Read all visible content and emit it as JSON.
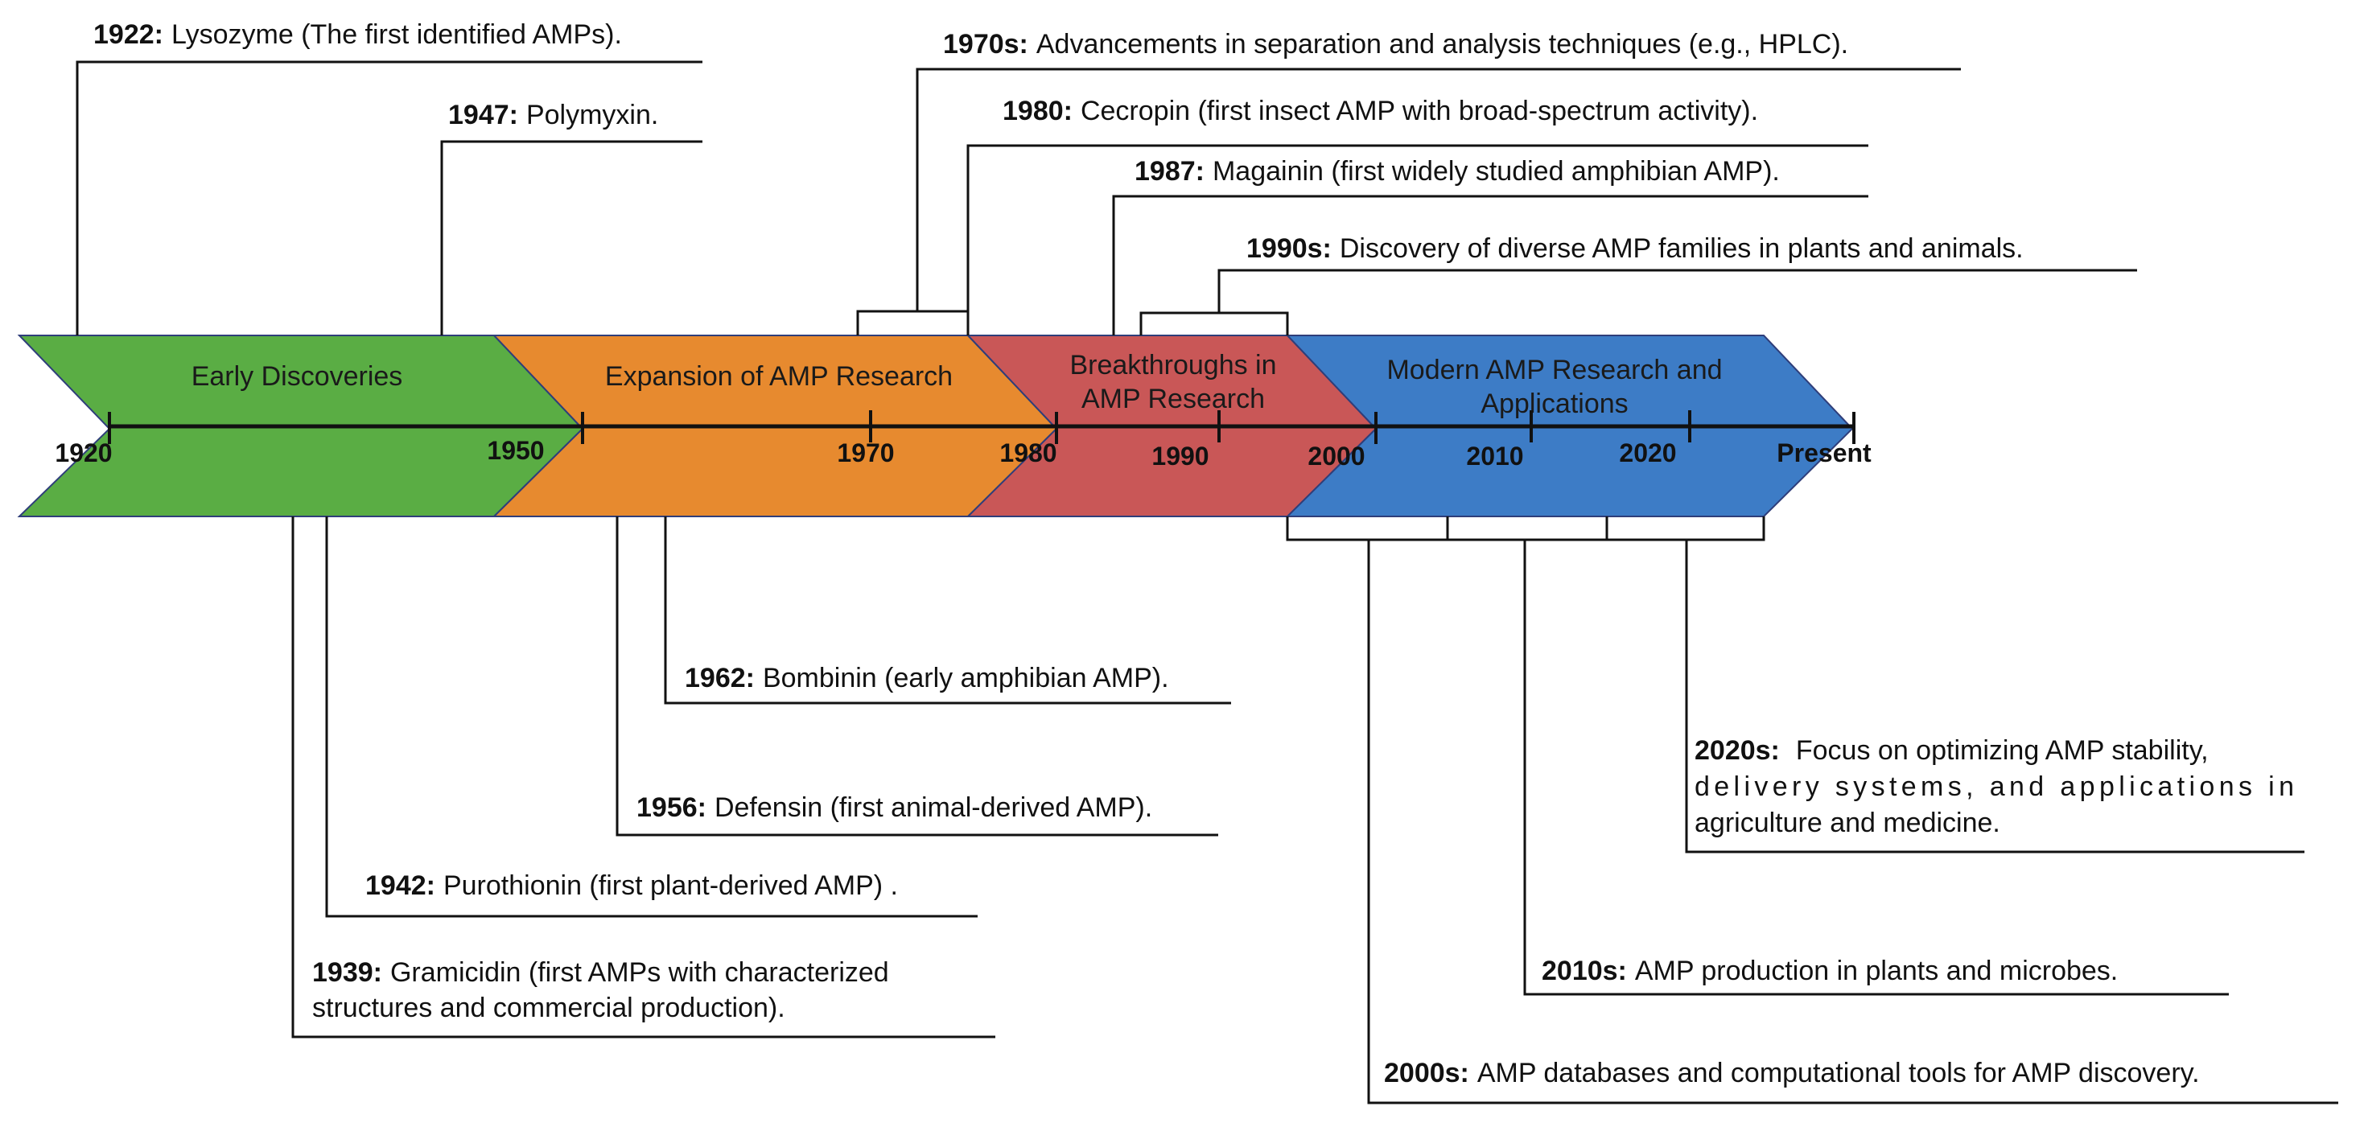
{
  "colors": {
    "phase_1": "#5aad44",
    "phase_2": "#e78a2f",
    "phase_3": "#c95757",
    "phase_4": "#3d7cc6",
    "outline": "#2f3e7a",
    "line": "#111111"
  },
  "phases": [
    {
      "label": "Early Discoveries"
    },
    {
      "label": "Expansion of AMP Research"
    },
    {
      "label": "Breakthroughs in AMP Research"
    },
    {
      "label": "Modern AMP Research and Applications"
    }
  ],
  "axis_ticks": [
    "1920",
    "1950",
    "1970",
    "1980",
    "1990",
    "2000",
    "2010",
    "2020",
    "Present"
  ],
  "events_top": [
    {
      "year": "1922:",
      "text": "Lysozyme (The first identified AMPs)."
    },
    {
      "year": "1947:",
      "text": "Polymyxin."
    },
    {
      "year": "1970s:",
      "text": "Advancements in separation and analysis techniques (e.g., HPLC)."
    },
    {
      "year": "1980:",
      "text": "Cecropin (first insect AMP with broad-spectrum activity)."
    },
    {
      "year": "1987:",
      "text": "Magainin (first widely studied amphibian AMP)."
    },
    {
      "year": "1990s:",
      "text": "Discovery of diverse AMP families in plants and animals."
    }
  ],
  "events_bottom": [
    {
      "year": "1962:",
      "text": "Bombinin (early amphibian AMP)."
    },
    {
      "year": "1956:",
      "text": "Defensin (first animal-derived AMP)."
    },
    {
      "year": "1942:",
      "text": "Purothionin (first plant-derived AMP) ."
    },
    {
      "year": "1939:",
      "text": "Gramicidin (first AMPs with characterized",
      "text2": "structures and commercial production)."
    },
    {
      "year": "2020s:",
      "text": "Focus on optimizing AMP stability,",
      "text2": "delivery systems, and applications in",
      "text3": "agriculture and medicine."
    },
    {
      "year": "2010s:",
      "text": "AMP production in plants and microbes."
    },
    {
      "year": "2000s:",
      "text": "AMP databases and computational tools for AMP discovery."
    }
  ]
}
